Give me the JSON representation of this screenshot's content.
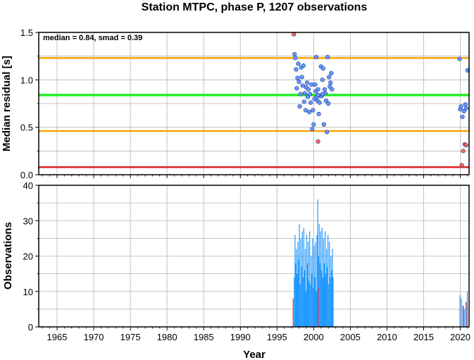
{
  "chart_data": [
    {
      "type": "scatter",
      "title": "Station MTPC, phase P, 1207 observations",
      "xlabel": "",
      "ylabel": "Median residual [s]",
      "xlim": [
        1962.5,
        2021.2
      ],
      "ylim": [
        0,
        1.5
      ],
      "yticks": [
        "0.0",
        "0.5",
        "1.0",
        "1.5"
      ],
      "grid": true,
      "annotation": "median = 0.84, smad = 0.39",
      "reference_lines": [
        {
          "role": "median",
          "y": 0.84,
          "color": "#22ee22"
        },
        {
          "role": "upper",
          "y": 1.23,
          "color": "#ffa500"
        },
        {
          "role": "lower",
          "y": 0.46,
          "color": "#ffa500"
        },
        {
          "role": "floor",
          "y": 0.08,
          "color": "#dd2222"
        }
      ],
      "series": [
        {
          "color": "#6699ff",
          "points": [
            [
              1997.4,
              1.27
            ],
            [
              1997.5,
              1.23
            ],
            [
              1997.6,
              1.11
            ],
            [
              1997.7,
              0.91
            ],
            [
              1997.8,
              1.02
            ],
            [
              1997.9,
              1.17
            ],
            [
              1998.0,
              0.98
            ],
            [
              1998.1,
              0.72
            ],
            [
              1998.2,
              0.85
            ],
            [
              1998.3,
              1.13
            ],
            [
              1998.4,
              1.03
            ],
            [
              1998.5,
              0.94
            ],
            [
              1998.6,
              1.15
            ],
            [
              1998.7,
              0.77
            ],
            [
              1998.8,
              0.86
            ],
            [
              1998.9,
              0.68
            ],
            [
              1999.0,
              0.92
            ],
            [
              1999.1,
              0.97
            ],
            [
              1999.2,
              0.82
            ],
            [
              1999.3,
              0.9
            ],
            [
              1999.4,
              0.66
            ],
            [
              1999.5,
              0.85
            ],
            [
              1999.6,
              0.76
            ],
            [
              1999.7,
              0.95
            ],
            [
              1999.8,
              0.48
            ],
            [
              1999.9,
              0.68
            ],
            [
              2000.0,
              0.53
            ],
            [
              2000.1,
              0.8
            ],
            [
              2000.2,
              0.95
            ],
            [
              2000.3,
              0.88
            ],
            [
              2000.35,
              1.24
            ],
            [
              2000.4,
              0.82
            ],
            [
              2000.5,
              0.78
            ],
            [
              2000.6,
              0.9
            ],
            [
              2000.7,
              0.64
            ],
            [
              2000.8,
              0.76
            ],
            [
              2000.9,
              0.83
            ],
            [
              2001.0,
              1.14
            ],
            [
              2001.1,
              0.83
            ],
            [
              2001.2,
              1.0
            ],
            [
              2001.3,
              1.12
            ],
            [
              2001.4,
              0.53
            ],
            [
              2001.5,
              0.9
            ],
            [
              2001.6,
              0.86
            ],
            [
              2001.7,
              0.78
            ],
            [
              2001.8,
              0.45
            ],
            [
              2001.9,
              1.24
            ],
            [
              2002.0,
              0.75
            ],
            [
              2002.1,
              1.03
            ],
            [
              2002.2,
              0.93
            ],
            [
              2002.3,
              0.97
            ],
            [
              2002.4,
              1.07
            ],
            [
              2002.5,
              0.9
            ],
            [
              2001.2,
              0.85
            ],
            [
              2000.6,
              0.84
            ],
            [
              2019.9,
              1.22
            ],
            [
              2020.0,
              0.69
            ],
            [
              2020.1,
              0.72
            ],
            [
              2020.3,
              0.61
            ],
            [
              2020.5,
              0.67
            ],
            [
              2020.7,
              0.74
            ],
            [
              2020.8,
              0.7
            ],
            [
              2021.0,
              1.1
            ]
          ]
        },
        {
          "color": "#ff6655",
          "points": [
            [
              1997.3,
              1.48
            ],
            [
              2000.6,
              0.35
            ],
            [
              2020.2,
              0.1
            ],
            [
              2020.4,
              0.25
            ],
            [
              2020.6,
              0.32
            ],
            [
              2020.8,
              0.31
            ]
          ]
        }
      ]
    },
    {
      "type": "bar",
      "xlabel": "Year",
      "ylabel": "Observations",
      "xlim": [
        1962.5,
        2021.2
      ],
      "ylim": [
        0,
        40
      ],
      "yticks": [
        "0",
        "10",
        "20",
        "30",
        "40"
      ],
      "xticks": [
        "1965",
        "1970",
        "1975",
        "1980",
        "1985",
        "1990",
        "1995",
        "2000",
        "2005",
        "2010",
        "2015",
        "2020"
      ],
      "grid": true,
      "series": [
        {
          "color": "#2299ff",
          "x": [
            1997.35,
            1997.45,
            1997.55,
            1997.65,
            1997.75,
            1997.85,
            1997.95,
            1998.05,
            1998.15,
            1998.25,
            1998.35,
            1998.45,
            1998.55,
            1998.65,
            1998.75,
            1998.85,
            1998.95,
            1999.05,
            1999.15,
            1999.25,
            1999.35,
            1999.45,
            1999.55,
            1999.65,
            1999.75,
            1999.85,
            1999.95,
            2000.05,
            2000.15,
            2000.25,
            2000.35,
            2000.45,
            2000.55,
            2000.65,
            2000.75,
            2000.85,
            2000.95,
            2001.05,
            2001.15,
            2001.25,
            2001.35,
            2001.45,
            2001.55,
            2001.65,
            2001.75,
            2001.85,
            2001.95,
            2002.05,
            2002.15,
            2002.25,
            2002.35,
            2002.45,
            2002.55,
            2002.65,
            2019.95,
            2020.15,
            2020.35,
            2020.55,
            2020.75,
            2020.95
          ],
          "values": [
            14,
            26,
            18,
            22,
            15,
            24,
            19,
            29,
            12,
            25,
            17,
            27,
            14,
            28,
            16,
            22,
            10,
            26,
            18,
            24,
            13,
            27,
            12,
            20,
            15,
            25,
            11,
            23,
            14,
            24,
            10,
            26,
            36,
            20,
            29,
            18,
            27,
            16,
            28,
            14,
            25,
            18,
            27,
            15,
            22,
            17,
            26,
            12,
            24,
            14,
            20,
            16,
            22,
            14,
            9,
            8,
            6,
            5,
            7,
            10
          ]
        },
        {
          "color": "#cc3355",
          "x": [
            1997.2,
            2000.6,
            2020.4,
            2020.9
          ],
          "values": [
            8,
            11,
            6,
            7
          ]
        }
      ]
    }
  ]
}
